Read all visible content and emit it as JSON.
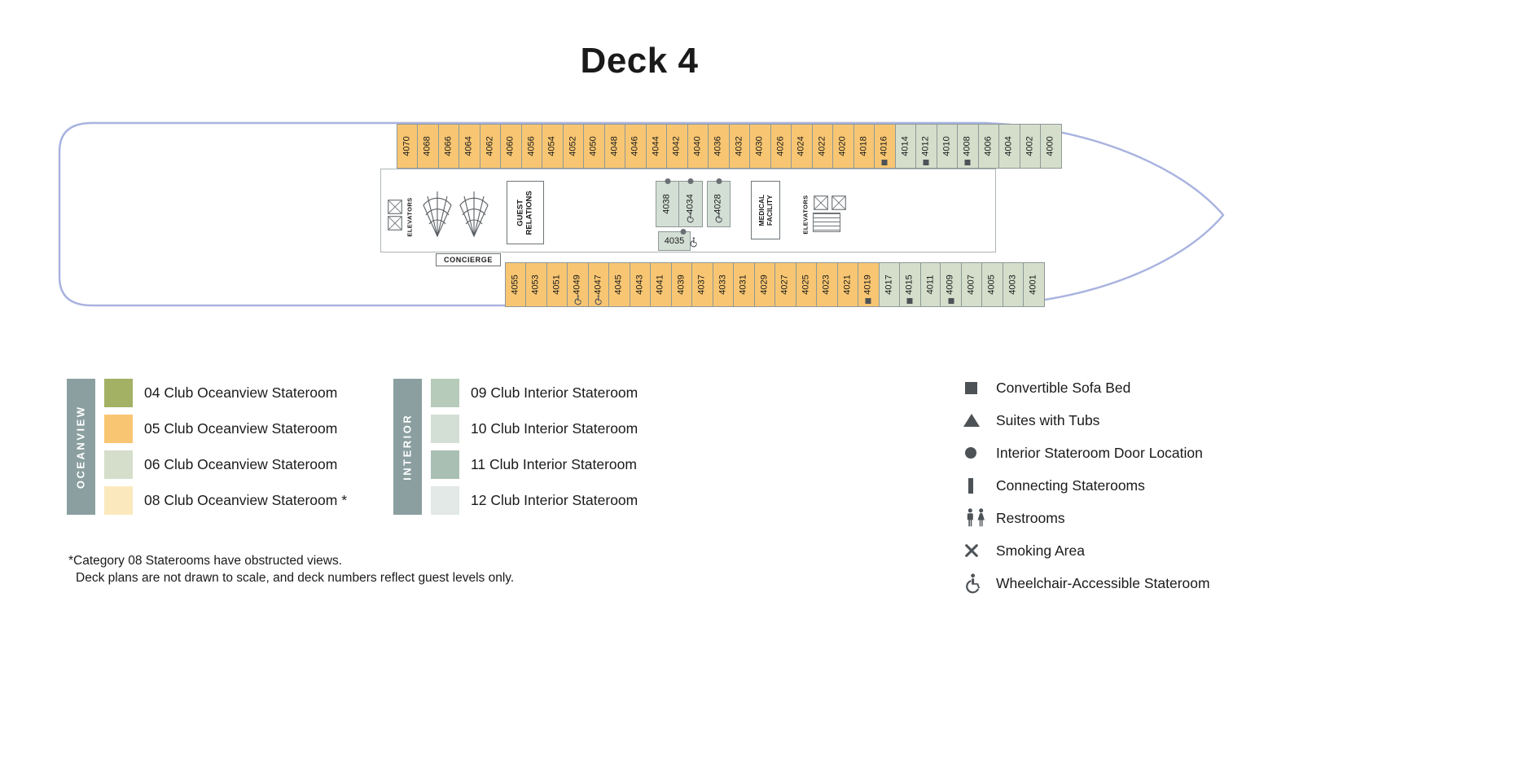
{
  "title": "Deck 4",
  "colors": {
    "cat04": "#a3b164",
    "cat05": "#f8c672",
    "cat06": "#d4decb",
    "cat08": "#fbe9bd",
    "cat09": "#b6cbb9",
    "cat10": "#d3dfd5",
    "cat11": "#a9bfb4",
    "cat12": "#e2e9e6",
    "hull": "#a9b3e0",
    "legend_bar": "#8b9fa0",
    "symbol": "#4d5257",
    "door_dot": "#6a7074"
  },
  "deck": {
    "top_row": [
      {
        "num": "4070",
        "cat": "cat05"
      },
      {
        "num": "4068",
        "cat": "cat05"
      },
      {
        "num": "4066",
        "cat": "cat05"
      },
      {
        "num": "4064",
        "cat": "cat05"
      },
      {
        "num": "4062",
        "cat": "cat05"
      },
      {
        "num": "4060",
        "cat": "cat05"
      },
      {
        "num": "4056",
        "cat": "cat05"
      },
      {
        "num": "4054",
        "cat": "cat05"
      },
      {
        "num": "4052",
        "cat": "cat05"
      },
      {
        "num": "4050",
        "cat": "cat05"
      },
      {
        "num": "4048",
        "cat": "cat05"
      },
      {
        "num": "4046",
        "cat": "cat05"
      },
      {
        "num": "4044",
        "cat": "cat05"
      },
      {
        "num": "4042",
        "cat": "cat05"
      },
      {
        "num": "4040",
        "cat": "cat05"
      },
      {
        "num": "4036",
        "cat": "cat05"
      },
      {
        "num": "4032",
        "cat": "cat05"
      },
      {
        "num": "4030",
        "cat": "cat05"
      },
      {
        "num": "4026",
        "cat": "cat05"
      },
      {
        "num": "4024",
        "cat": "cat05"
      },
      {
        "num": "4022",
        "cat": "cat05"
      },
      {
        "num": "4020",
        "cat": "cat05"
      },
      {
        "num": "4018",
        "cat": "cat05"
      },
      {
        "num": "4016",
        "cat": "cat05",
        "sofa": true
      },
      {
        "num": "4014",
        "cat": "cat06"
      },
      {
        "num": "4012",
        "cat": "cat06",
        "sofa": true
      },
      {
        "num": "4010",
        "cat": "cat06"
      },
      {
        "num": "4008",
        "cat": "cat06",
        "sofa": true
      },
      {
        "num": "4006",
        "cat": "cat06"
      },
      {
        "num": "4004",
        "cat": "cat06"
      },
      {
        "num": "4002",
        "cat": "cat06"
      },
      {
        "num": "4000",
        "cat": "cat06"
      }
    ],
    "bottom_row": [
      {
        "num": "4055",
        "cat": "cat05"
      },
      {
        "num": "4053",
        "cat": "cat05"
      },
      {
        "num": "4051",
        "cat": "cat05"
      },
      {
        "num": "4049",
        "cat": "cat05",
        "wheelchair": true
      },
      {
        "num": "4047",
        "cat": "cat05",
        "wheelchair": true
      },
      {
        "num": "4045",
        "cat": "cat05"
      },
      {
        "num": "4043",
        "cat": "cat05"
      },
      {
        "num": "4041",
        "cat": "cat05"
      },
      {
        "num": "4039",
        "cat": "cat05"
      },
      {
        "num": "4037",
        "cat": "cat05"
      },
      {
        "num": "4033",
        "cat": "cat05"
      },
      {
        "num": "4031",
        "cat": "cat05"
      },
      {
        "num": "4029",
        "cat": "cat05"
      },
      {
        "num": "4027",
        "cat": "cat05"
      },
      {
        "num": "4025",
        "cat": "cat05"
      },
      {
        "num": "4023",
        "cat": "cat05"
      },
      {
        "num": "4021",
        "cat": "cat05"
      },
      {
        "num": "4019",
        "cat": "cat05",
        "sofa": true
      },
      {
        "num": "4017",
        "cat": "cat06"
      },
      {
        "num": "4015",
        "cat": "cat06",
        "sofa": true
      },
      {
        "num": "4011",
        "cat": "cat06"
      },
      {
        "num": "4009",
        "cat": "cat06",
        "sofa": true
      },
      {
        "num": "4007",
        "cat": "cat06"
      },
      {
        "num": "4005",
        "cat": "cat06"
      },
      {
        "num": "4003",
        "cat": "cat06"
      },
      {
        "num": "4001",
        "cat": "cat06"
      }
    ],
    "mid_rooms": [
      {
        "num": "4038",
        "cat": "cat10",
        "door": true
      },
      {
        "num": "4034",
        "cat": "cat10",
        "door": true,
        "wheelchair": true
      },
      {
        "num": "4028",
        "cat": "cat10",
        "door": true,
        "wheelchair": true,
        "gap": true
      }
    ],
    "mid_room_single": {
      "num": "4035",
      "cat": "cat10",
      "door": true,
      "wheelchair": true
    },
    "facilities": {
      "elevators": "ELEVATORS",
      "guest_relations": "GUEST RELATIONS",
      "medical": "MEDICAL FACILITY",
      "concierge": "CONCIERGE"
    }
  },
  "legend": {
    "oceanview": {
      "label": "OCEANVIEW",
      "items": [
        {
          "label": "04 Club Oceanview Stateroom",
          "color": "cat04"
        },
        {
          "label": "05 Club Oceanview Stateroom",
          "color": "cat05"
        },
        {
          "label": "06 Club Oceanview Stateroom",
          "color": "cat06"
        },
        {
          "label": "08 Club Oceanview Stateroom *",
          "color": "cat08"
        }
      ]
    },
    "interior": {
      "label": "INTERIOR",
      "items": [
        {
          "label": "09 Club Interior Stateroom",
          "color": "cat09"
        },
        {
          "label": "10 Club Interior Stateroom",
          "color": "cat10"
        },
        {
          "label": "11 Club Interior Stateroom",
          "color": "cat11"
        },
        {
          "label": "12 Club Interior Stateroom",
          "color": "cat12"
        }
      ]
    },
    "symbols": [
      {
        "icon": "square",
        "label": "Convertible Sofa Bed"
      },
      {
        "icon": "triangle",
        "label": "Suites with Tubs"
      },
      {
        "icon": "circle",
        "label": "Interior Stateroom Door Location"
      },
      {
        "icon": "bar",
        "label": "Connecting Staterooms"
      },
      {
        "icon": "restrooms",
        "label": "Restrooms"
      },
      {
        "icon": "smoking",
        "label": "Smoking Area"
      },
      {
        "icon": "wheelchair",
        "label": "Wheelchair-Accessible Stateroom"
      }
    ]
  },
  "footnotes": [
    "*Category 08 Staterooms have obstructed views.",
    "Deck plans are not drawn to scale, and deck numbers reflect guest levels only."
  ]
}
